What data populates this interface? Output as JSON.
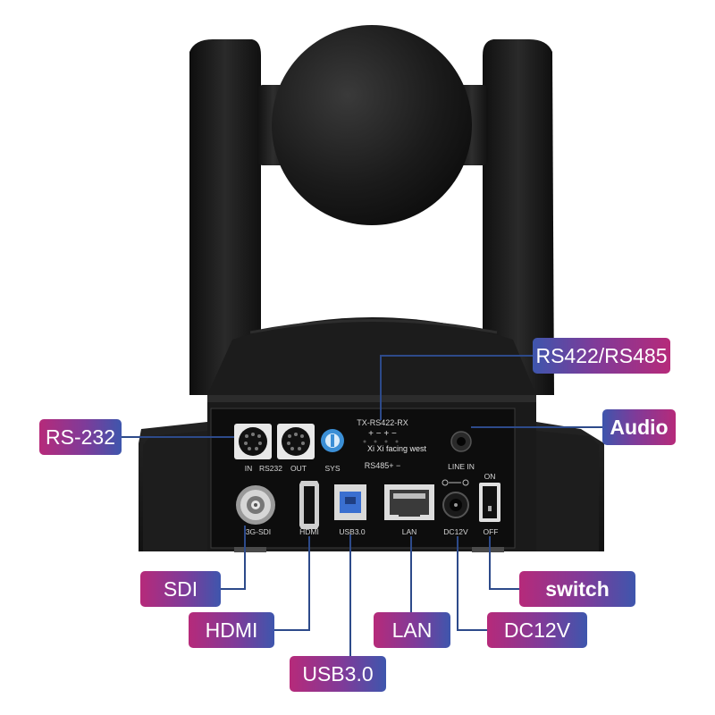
{
  "callouts": {
    "rs422_485": "RS422/RS485",
    "rs232": "RS-232",
    "audio": "Audio",
    "sdi": "SDI",
    "hdmi": "HDMI",
    "usb": "USB3.0",
    "lan": "LAN",
    "dc12v": "DC12V",
    "switch": "switch"
  },
  "panel": {
    "tx_rs422_rx": "TX-RS422-RX",
    "rs422_signs": "+ − + −",
    "in": "IN",
    "rs232": "RS232",
    "out": "OUT",
    "sys": "SYS",
    "rs485": "RS485+ −",
    "line_in": "LINE IN",
    "on": "ON",
    "sdi": "3G-SDI",
    "hdmi": "HDMI",
    "usb": "USB3.0",
    "lan": "LAN",
    "dc12v": "DC12V",
    "off": "OFF",
    "watermark": "Xi Xi facing west"
  },
  "colors": {
    "callout_pink": "#b62a7a",
    "callout_purple": "#7f3b99",
    "callout_blue": "#3e56ad",
    "leader_line": "#2d4a8a",
    "camera_body": "#151515"
  }
}
